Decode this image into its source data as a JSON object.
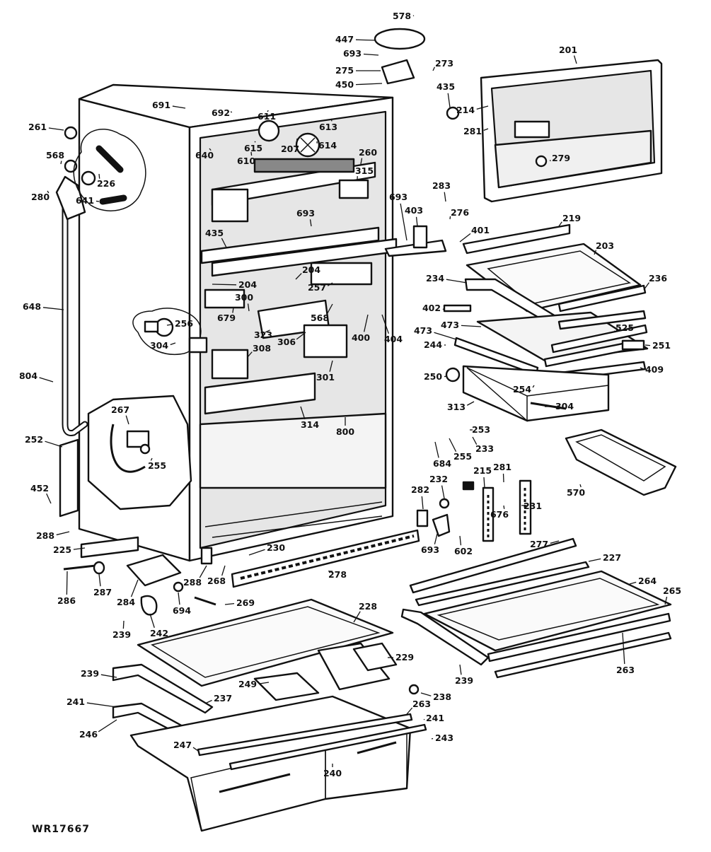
{
  "diagram": {
    "caption": "WR17667",
    "callouts": [
      "578",
      "447",
      "693",
      "275",
      "450",
      "273",
      "435",
      "201",
      "691",
      "692",
      "611",
      "615",
      "610",
      "613",
      "207",
      "614",
      "260",
      "315",
      "261",
      "568",
      "226",
      "280",
      "641",
      "640",
      "214",
      "281",
      "279",
      "283",
      "276",
      "693",
      "403",
      "401",
      "219",
      "203",
      "693",
      "435",
      "204",
      "204",
      "257",
      "679",
      "300",
      "568",
      "400",
      "404",
      "234",
      "236",
      "402",
      "473",
      "525",
      "473",
      "244",
      "251",
      "409",
      "250",
      "254",
      "313",
      "304",
      "648",
      "256",
      "304",
      "323",
      "308",
      "306",
      "301",
      "314",
      "800",
      "804",
      "267",
      "255",
      "252",
      "253",
      "255",
      "233",
      "684",
      "215",
      "281",
      "570",
      "232",
      "676",
      "452",
      "282",
      "693",
      "231",
      "602",
      "277",
      "288",
      "225",
      "230",
      "227",
      "264",
      "265",
      "287",
      "286",
      "284",
      "694",
      "288",
      "268",
      "278",
      "269",
      "242",
      "239",
      "228",
      "229",
      "263",
      "239",
      "239",
      "249",
      "237",
      "238",
      "241",
      "263",
      "246",
      "241",
      "247",
      "243",
      "240"
    ]
  }
}
